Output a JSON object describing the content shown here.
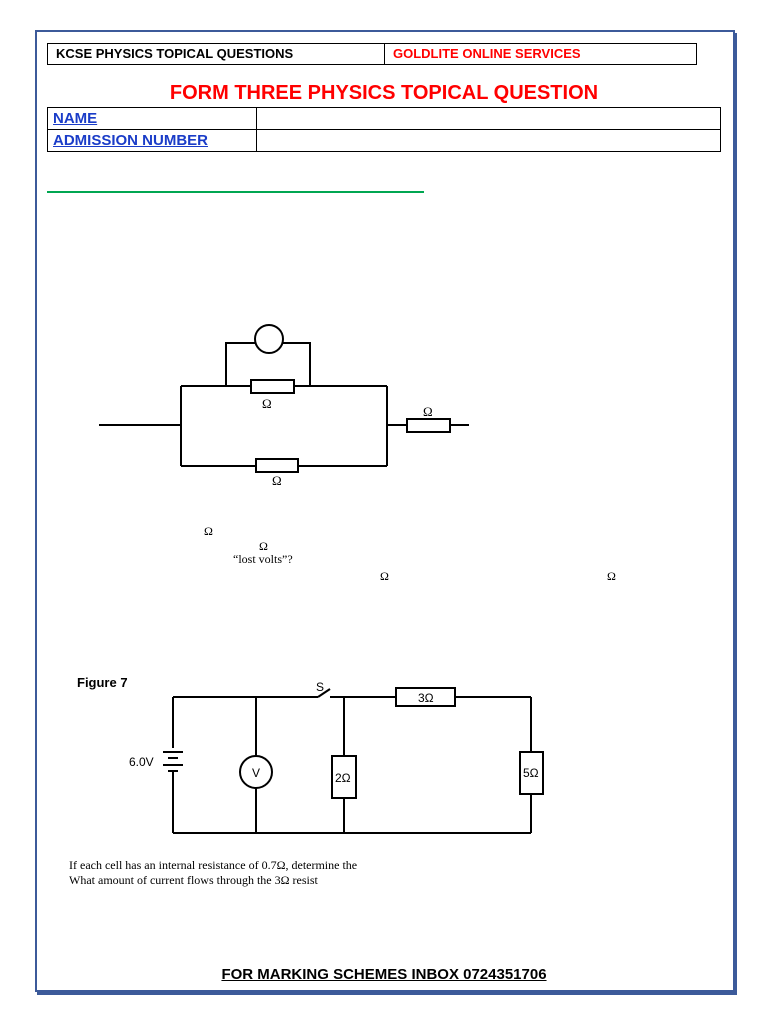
{
  "header": {
    "left": "KCSE PHYSICS TOPICAL QUESTIONS",
    "right": "GOLDLITE ONLINE SERVICES"
  },
  "title": "FORM THREE PHYSICS TOPICAL QUESTION",
  "student_fields": {
    "name_label": "NAME",
    "admission_label": "ADMISSION NUMBER"
  },
  "circuit1": {
    "omega": "Ω"
  },
  "text_fragments": {
    "omega": "Ω",
    "lost_volts": "“lost volts”?"
  },
  "figure7": {
    "caption": "Figure 7",
    "switch_label": "S",
    "cell_voltage": "6.0V",
    "voltmeter_label": "V",
    "r_2": "2Ω",
    "r_3": "3Ω",
    "r_5": "5Ω"
  },
  "questions": {
    "line1": "If each cell has an internal resistance of 0.7Ω, determine the",
    "line2": "What amount of current flows through the 3Ω resist"
  },
  "footer": "FOR MARKING SCHEMES INBOX 0724351706",
  "colors": {
    "title_red": "#ff0000",
    "label_blue": "#1a3cc8",
    "rule_green": "#00a651",
    "border_blue": "#3c5a9a"
  }
}
